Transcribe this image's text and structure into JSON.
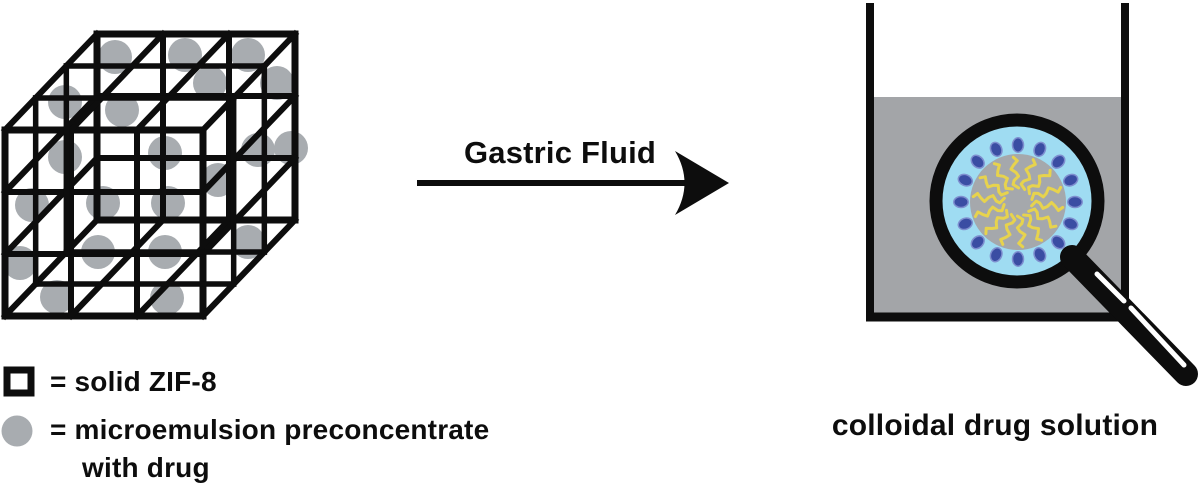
{
  "figure": {
    "arrow_label": "Gastric Fluid",
    "result_label": "colloidal drug solution",
    "legend": {
      "square_label": "= solid ZIF-8",
      "circle_label_line1": "= microemulsion preconcentrate",
      "circle_label_line2": "with drug"
    }
  },
  "icons": {
    "cube": "zif8-lattice-cube-icon",
    "arrow": "right-arrow-icon",
    "beaker": "beaker-icon",
    "magnifier": "magnifying-glass-icon",
    "micelle": "micelle-icon",
    "legend_square": "open-square-icon",
    "legend_circle": "gray-circle-icon"
  },
  "colors": {
    "ink": "#0d0d0d",
    "particle_gray": "#a8acb0",
    "liquid_gray": "#a3a5a8",
    "micelle_gray": "#a5a8ac",
    "lens_blue": "#9fdcf2",
    "dot_blue": "#3a4da3",
    "dot_blue_edge": "#7e8ecf",
    "tail_yellow": "#e7d34d",
    "white": "#ffffff"
  },
  "cube_particles": [
    [
      115,
      57
    ],
    [
      185,
      55
    ],
    [
      248,
      55
    ],
    [
      210,
      83
    ],
    [
      277,
      83
    ],
    [
      65,
      102
    ],
    [
      122,
      110
    ],
    [
      65,
      157
    ],
    [
      165,
      153
    ],
    [
      258,
      150
    ],
    [
      291,
      148
    ],
    [
      218,
      180
    ],
    [
      32,
      205
    ],
    [
      103,
      203
    ],
    [
      168,
      203
    ],
    [
      20,
      263
    ],
    [
      98,
      252
    ],
    [
      165,
      252
    ],
    [
      248,
      242
    ],
    [
      57,
      297
    ],
    [
      167,
      298
    ]
  ],
  "micelle": {
    "dot_count": 16,
    "squiggle_count": 14
  }
}
